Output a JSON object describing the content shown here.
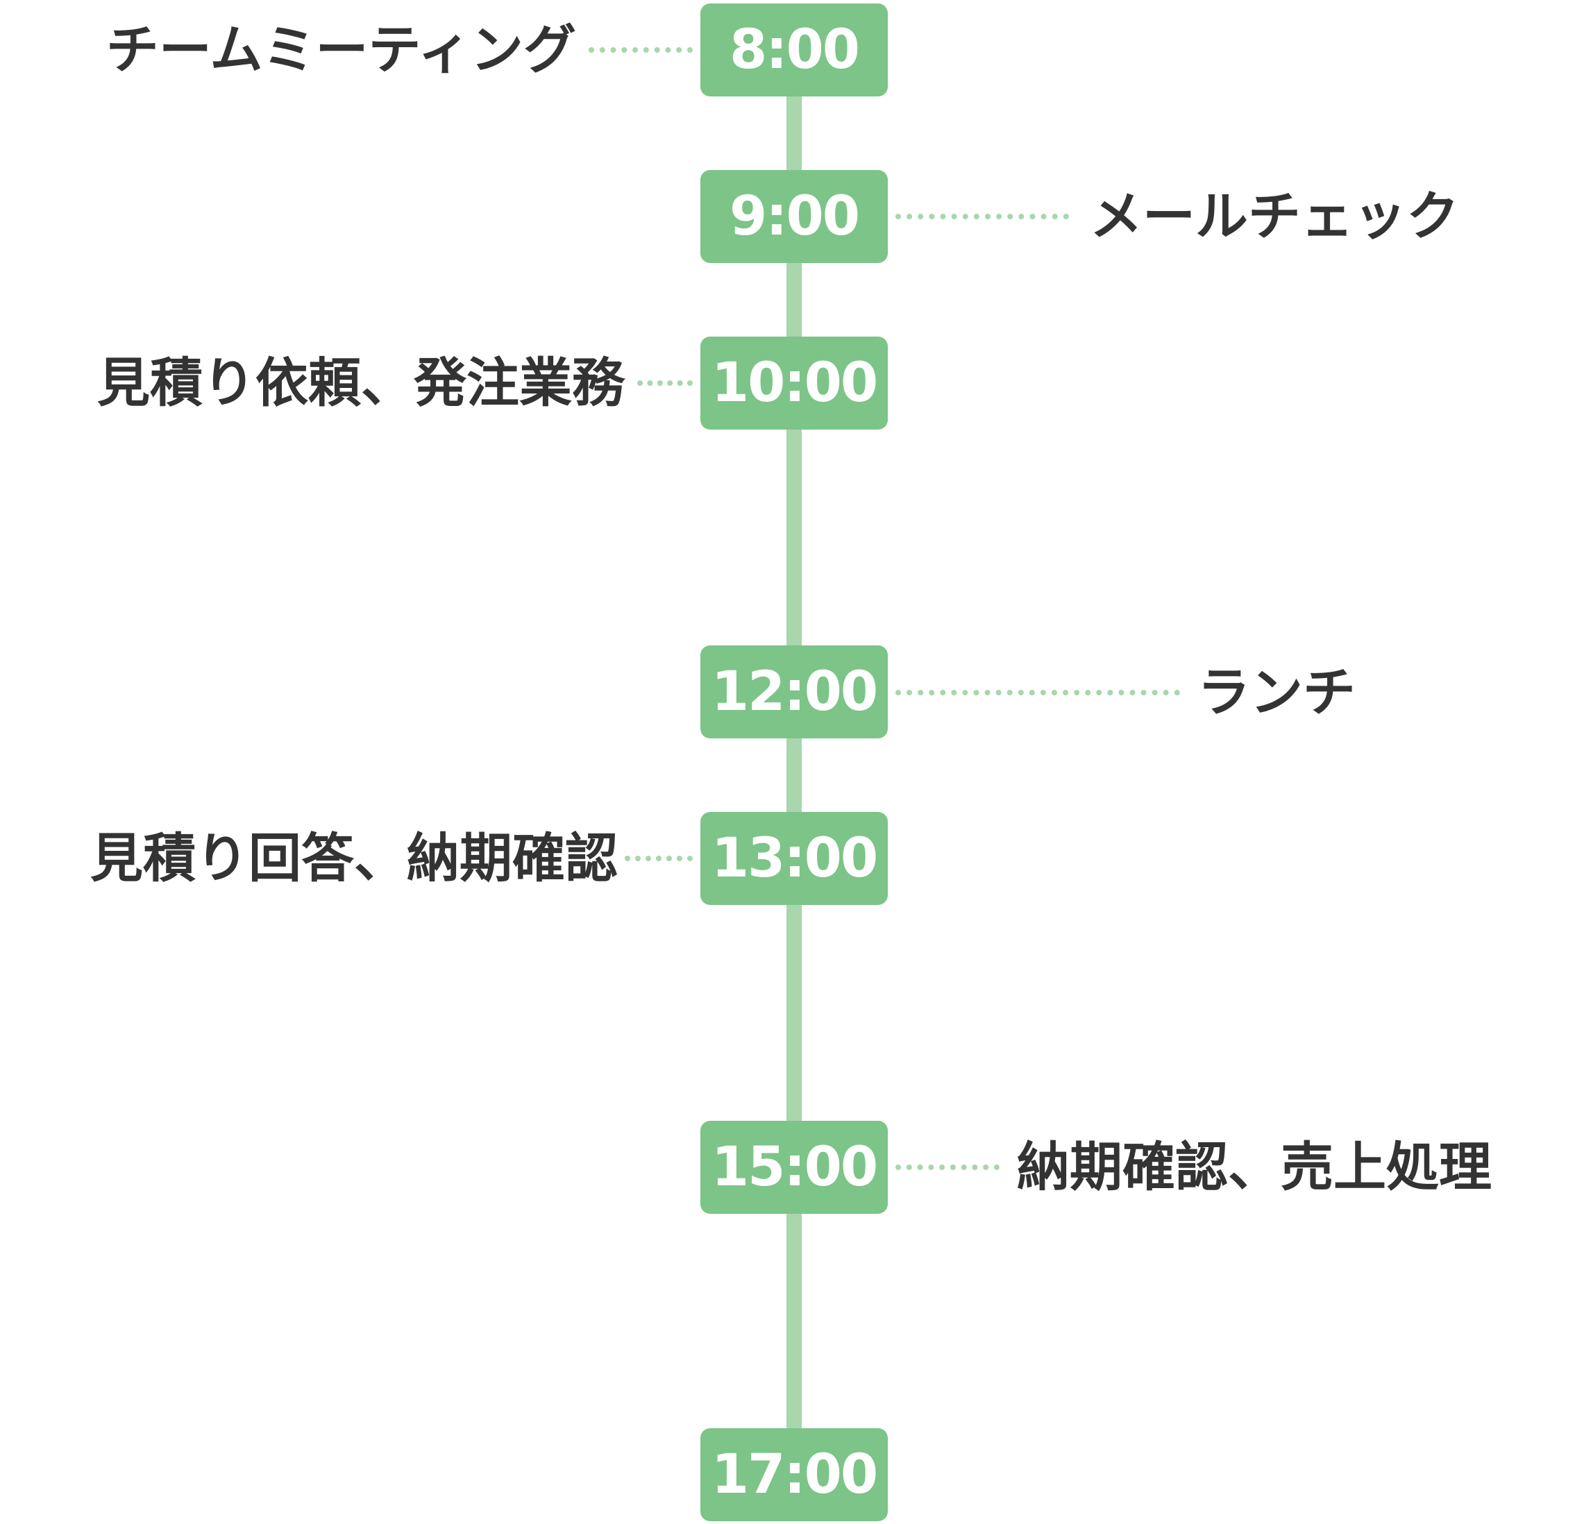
{
  "schedule": [
    {
      "time": "8:00",
      "task": "チームミーティング",
      "side": "left"
    },
    {
      "time": "9:00",
      "task": "メールチェック",
      "side": "right"
    },
    {
      "time": "10:00",
      "task": "見積り依頼、発注業務",
      "side": "left"
    },
    {
      "time": "12:00",
      "task": "ランチ",
      "side": "right"
    },
    {
      "time": "13:00",
      "task": "見積り回答、納期確認",
      "side": "left"
    },
    {
      "time": "15:00",
      "task": "納期確認、売上処理",
      "side": "right"
    },
    {
      "time": "17:00",
      "task": "",
      "side": "none"
    }
  ],
  "colors": {
    "badge": "#7cc487",
    "line": "#a9d6ad",
    "text": "#333333",
    "badge_text": "#ffffff"
  }
}
